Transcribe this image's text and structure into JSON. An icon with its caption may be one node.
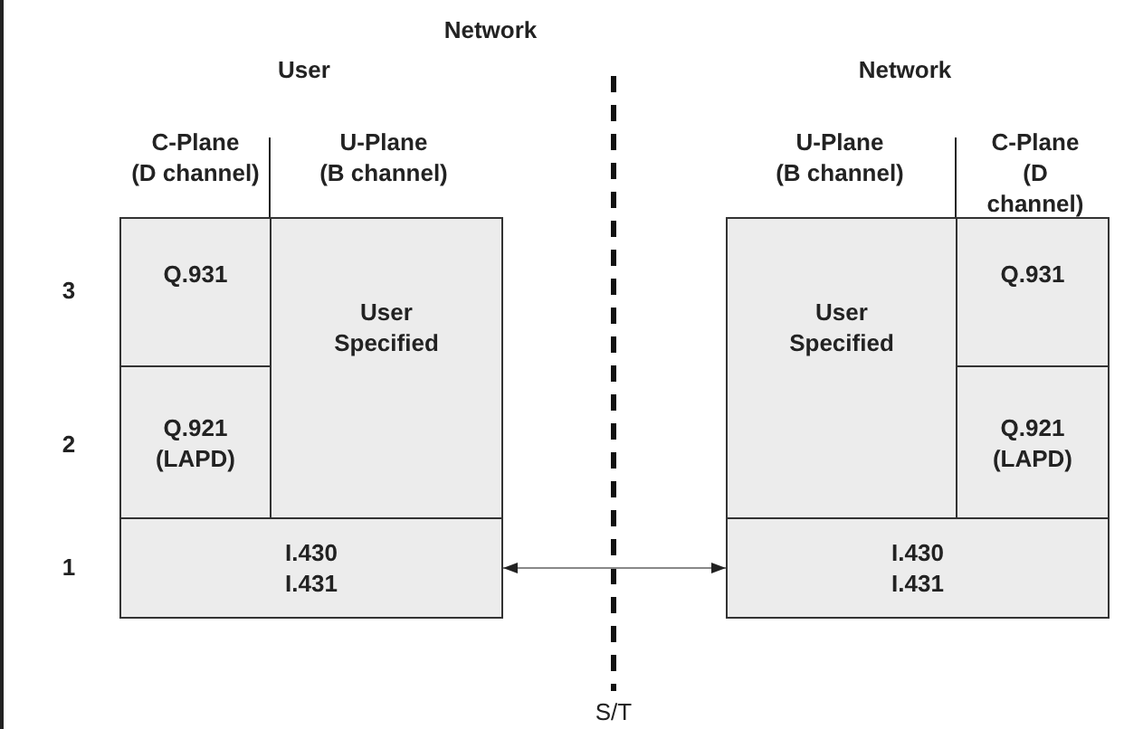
{
  "diagram": {
    "nodes": [
      {
        "text": [
          "Q.931"
        ]
      },
      {
        "text": [
          "User Specified"
        ]
      },
      {
        "text": [
          "Q.921 (LAPD)"
        ]
      },
      {
        "text": [
          "I.430 I.431"
        ]
      },
      {
        "text": [
          "User Specified"
        ]
      },
      {
        "text": [
          "Q.931"
        ]
      },
      {
        "text": [
          "Q.921 (LAPD)"
        ]
      },
      {
        "text": [
          "I.430 I.431"
        ]
      }
    ],
    "edges": [
      {
        "from": 3,
        "to": 7,
        "arrow": "both"
      }
    ],
    "labels": [
      "Network",
      "User",
      "Network",
      "C-Plane (D channel)",
      "U-Plane (B channel)",
      "U-Plane (B channel)",
      "C-Plane (D channel)",
      "3",
      "2",
      "1",
      "S/T"
    ]
  }
}
